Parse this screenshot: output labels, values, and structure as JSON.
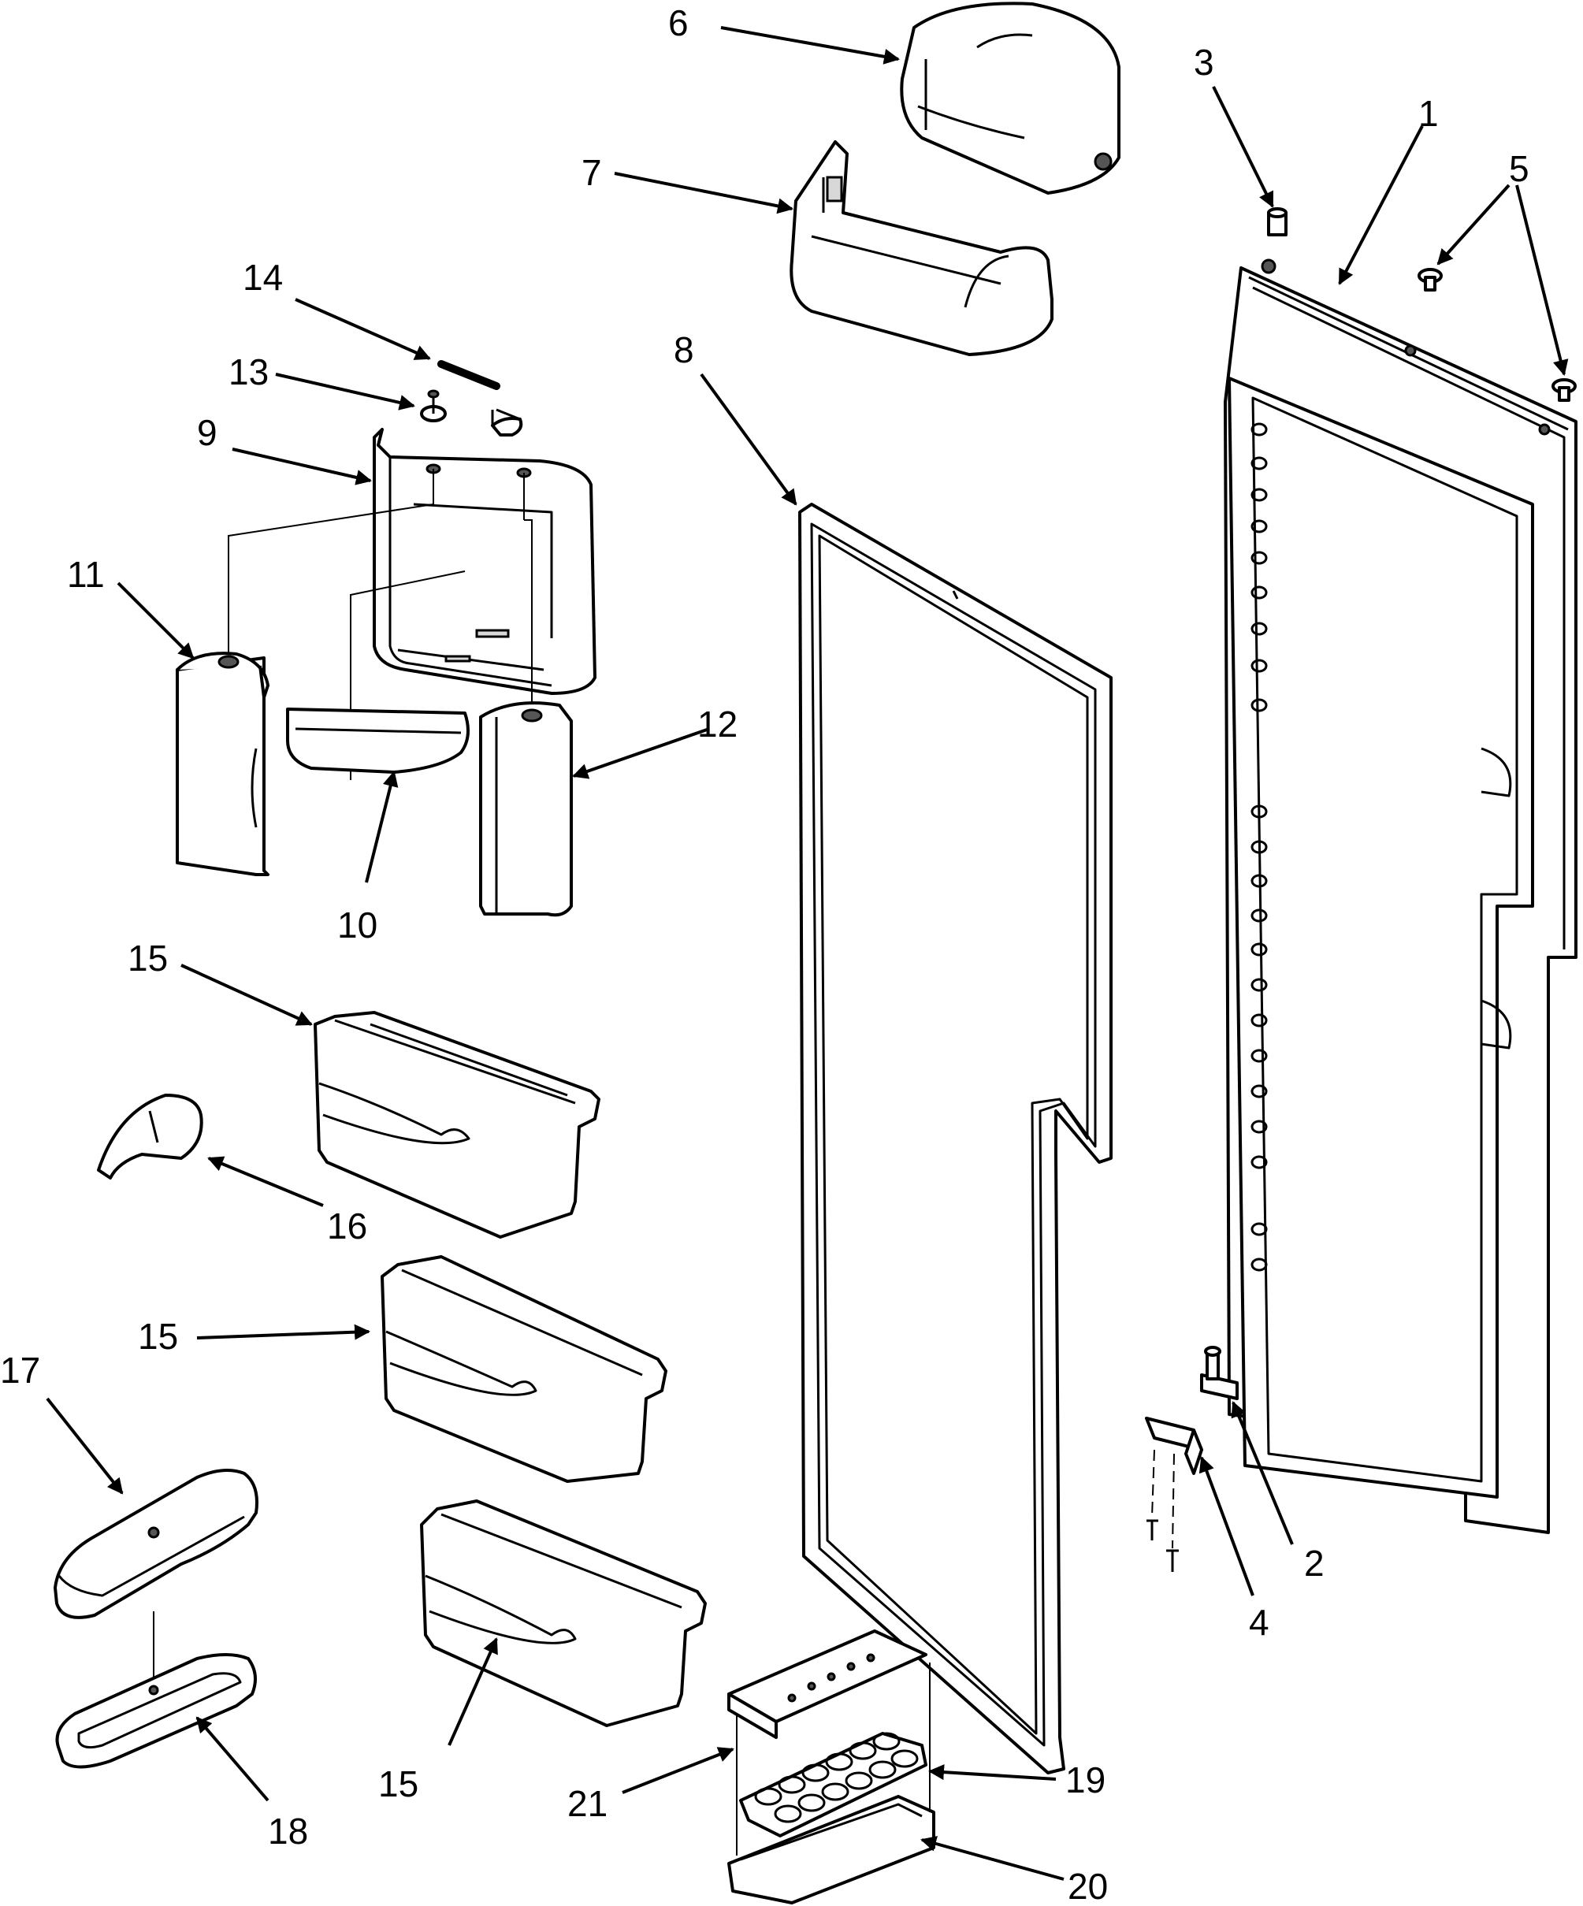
{
  "callouts": {
    "c1": "1",
    "c2": "2",
    "c3": "3",
    "c4": "4",
    "c5": "5",
    "c6": "6",
    "c7": "7",
    "c8": "8",
    "c9": "9",
    "c10": "10",
    "c11": "11",
    "c12": "12",
    "c13": "13",
    "c14": "14",
    "c15a": "15",
    "c15b": "15",
    "c15c": "15",
    "c16": "16",
    "c17": "17",
    "c18": "18",
    "c19": "19",
    "c20": "20",
    "c21": "21"
  }
}
